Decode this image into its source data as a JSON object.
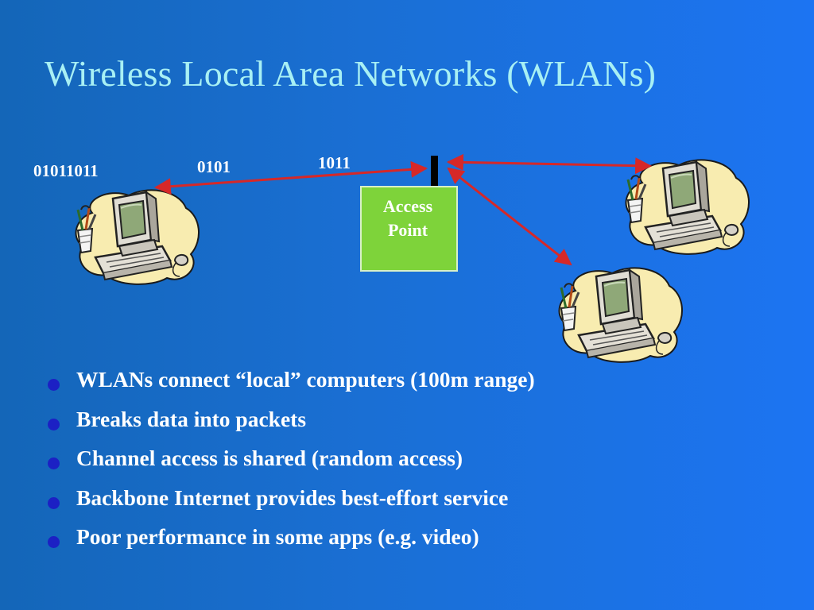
{
  "slide": {
    "title": "Wireless Local Area Networks (WLANs)"
  },
  "diagram": {
    "access_point_label_line1": "Access",
    "access_point_label_line2": "Point",
    "data_labels": {
      "left_computer_bits": "01011011",
      "packet_1": "0101",
      "packet_2": "1011"
    },
    "colors": {
      "access_point_fill": "#7ed33a",
      "link_arrow": "#d62828",
      "antenna": "#000000"
    },
    "icons": [
      "computer-icon",
      "computer-icon",
      "computer-icon"
    ]
  },
  "bullets": [
    "WLANs connect “local” computers (100m range)",
    "Breaks data into packets",
    "Channel access is shared (random access)",
    "Backbone Internet provides best-effort service",
    "Poor performance in some apps (e.g. video)"
  ]
}
